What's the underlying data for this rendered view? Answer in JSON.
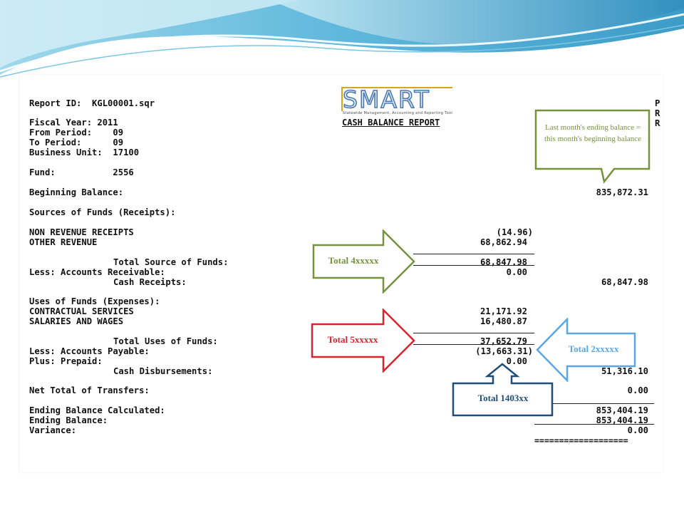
{
  "report": {
    "report_id": "Report ID:  KGL00001.sqr",
    "fiscal_year": "Fiscal Year: 2011",
    "from_period": "From Period:    09",
    "to_period": "To Period:      09",
    "business_unit": "Business Unit:  17100",
    "fund": "Fund:           2556",
    "beginning_balance_label": "Beginning Balance:",
    "beginning_balance_value": "835,872.31",
    "sources_heading": "Sources of Funds (Receipts):",
    "non_revenue_label": "NON REVENUE RECEIPTS",
    "non_revenue_value": "(14.96)",
    "other_revenue_label": "OTHER REVENUE",
    "other_revenue_value": "68,862.94",
    "total_source_label": "Total Source of Funds:",
    "total_source_value": "68,847.98",
    "less_ar_label": "Less: Accounts Receivable:",
    "less_ar_value": "0.00",
    "cash_receipts_label": "Cash Receipts:",
    "cash_receipts_value": "68,847.98",
    "uses_heading": "Uses of Funds (Expenses):",
    "contractual_label": "CONTRACTUAL SERVICES",
    "contractual_value": "21,171.92",
    "salaries_label": "SALARIES AND WAGES",
    "salaries_value": "16,480.87",
    "total_uses_label": "Total Uses of Funds:",
    "total_uses_value": "37,652.79",
    "less_ap_label": "Less: Accounts Payable:",
    "less_ap_value": "(13,663.31)",
    "plus_prepaid_label": "Plus: Prepaid:",
    "plus_prepaid_value": "0.00",
    "cash_disb_label": "Cash Disbursements:",
    "cash_disb_value": "51,316.10",
    "net_transfers_label": "Net Total of Transfers:",
    "net_transfers_value": "0.00",
    "ending_calc_label": "Ending Balance Calculated:",
    "ending_calc_value": "853,404.19",
    "ending_label": "Ending Balance:",
    "ending_value": "853,404.19",
    "variance_label": "Variance:",
    "variance_value": "0.00",
    "double_rule": "===================",
    "side_letters": "P\nR\nR"
  },
  "logo": {
    "word": "SMART",
    "tagline": "Statewide Management, Accounting and Reporting Tool",
    "report_title": "CASH BALANCE REPORT"
  },
  "callouts": {
    "ending_note": "Last month's ending balance  = this month's beginning balance",
    "total4": "Total 4xxxxx",
    "total5": "Total 5xxxxx",
    "total2": "Total 2xxxxx",
    "total1403": "Total 1403xx"
  },
  "colors": {
    "green": "#76923c",
    "red": "#d9232e",
    "light_blue": "#5aa6e6",
    "dark_blue": "#1f4e79",
    "logo_blue": "#4a7ab5",
    "logo_gold": "#d4a520"
  }
}
